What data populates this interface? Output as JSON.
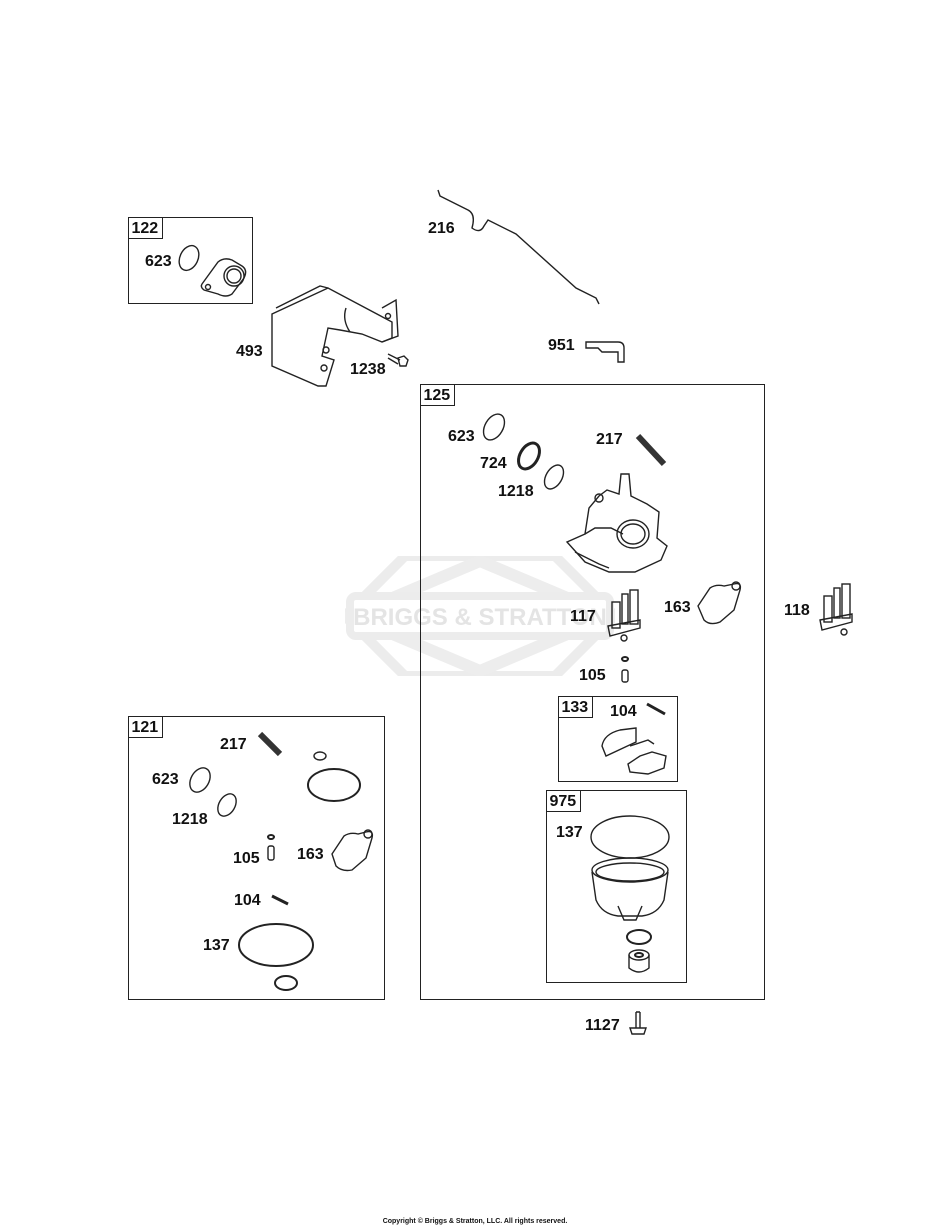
{
  "diagram": {
    "brand_watermark": "BRIGGS & STRATTON",
    "copyright": "Copyright © Briggs & Stratton, LLC. All rights reserved.",
    "assemblies": [
      {
        "ref": "122",
        "parts": [
          "623"
        ]
      },
      {
        "ref": "125",
        "parts": [
          "623",
          "724",
          "217",
          "1218",
          "117",
          "163",
          "105"
        ]
      },
      {
        "ref": "133",
        "parts": [
          "104"
        ]
      },
      {
        "ref": "975",
        "parts": [
          "137"
        ]
      },
      {
        "ref": "121",
        "parts": [
          "217",
          "623",
          "1218",
          "105",
          "163",
          "104",
          "137"
        ]
      }
    ],
    "loose_parts": [
      "216",
      "493",
      "1238",
      "951",
      "118",
      "1127"
    ],
    "labels": {
      "box122": "122",
      "p623a": "623",
      "p493": "493",
      "p1238": "1238",
      "p216": "216",
      "p951": "951",
      "box125": "125",
      "p623b": "623",
      "p724": "724",
      "p1218b": "1218",
      "p217b": "217",
      "p117": "117",
      "p163b": "163",
      "p118": "118",
      "p105b": "105",
      "box133": "133",
      "p104b": "104",
      "box975": "975",
      "p137b": "137",
      "p1127": "1127",
      "box121": "121",
      "p217c": "217",
      "p623c": "623",
      "p1218c": "1218",
      "p105c": "105",
      "p163c": "163",
      "p104c": "104",
      "p137c": "137"
    }
  }
}
